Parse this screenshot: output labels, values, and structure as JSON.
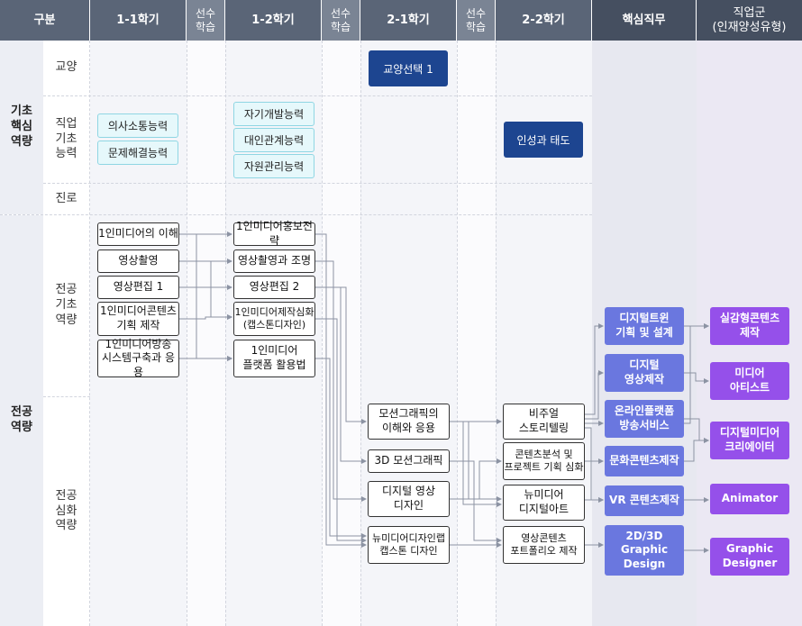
{
  "header": {
    "category": "구분",
    "sem_1_1": "1-1학기",
    "prereq_1": "선수\n학습",
    "sem_1_2": "1-2학기",
    "prereq_2": "선수\n학습",
    "sem_2_1": "2-1학기",
    "prereq_3": "선수\n학습",
    "sem_2_2": "2-2학기",
    "core_duty": "핵심직무",
    "job_group": "직업군\n(인재양성유형)"
  },
  "sections": {
    "basic": "기초\n핵심\n역량",
    "major": "전공\n역량"
  },
  "subsections": {
    "liberal": "교양",
    "vocational": "직업\n기초\n능력",
    "career": "진로",
    "major_basic": "전공\n기초\n역량",
    "major_advanced": "전공\n심화\n역량"
  },
  "liberal_courses": {
    "elective": "교양선택 1"
  },
  "vocational_courses": {
    "s1_1": [
      "의사소통능력",
      "문제해결능력"
    ],
    "s1_2": [
      "자기개발능력",
      "대인관계능력",
      "자원관리능력"
    ],
    "s2_2": "인성과 태도"
  },
  "courses_1_1": [
    "1인미디어의 이해",
    "영상촬영",
    "영상편집 1",
    "1인미디어콘텐츠\n기획 제작",
    "1인미디어방송\n시스템구축과 응용"
  ],
  "courses_1_2": [
    "1인미디어홍보전략",
    "영상촬영과 조명",
    "영상편집 2",
    "1인미디어제작심화\n(캡스톤디자인)",
    "1인미디어\n플랫폼 활용법"
  ],
  "courses_2_1": [
    "모션그래픽의\n이해와 응용",
    "3D 모션그래픽",
    "디지털 영상\n디자인",
    "뉴미디어디자인랩\n캡스톤 디자인"
  ],
  "courses_2_2": [
    "비주얼\n스토리텔링",
    "콘텐츠분석 및\n프로젝트 기획 심화",
    "뉴미디어\n디지털아트",
    "영상콘텐츠\n포트폴리오 제작"
  ],
  "core_duties": [
    "디지털트윈\n기획 및 설계",
    "디지털\n영상제작",
    "온라인플랫폼\n방송서비스",
    "문화콘텐츠제작",
    "VR 콘텐츠제작",
    "2D/3D\nGraphic\nDesign"
  ],
  "jobs": [
    "실감형콘텐츠\n제작",
    "미디어\n아티스트",
    "디지털미디어\n크리에이터",
    "Animator",
    "Graphic\nDesigner"
  ],
  "colors": {
    "header": "#5a6577",
    "navy": "#1d4590",
    "core": "#6a77df",
    "job": "#9550ea",
    "teal_bg": "#e6f8fb",
    "teal_border": "#8fd6e3"
  }
}
